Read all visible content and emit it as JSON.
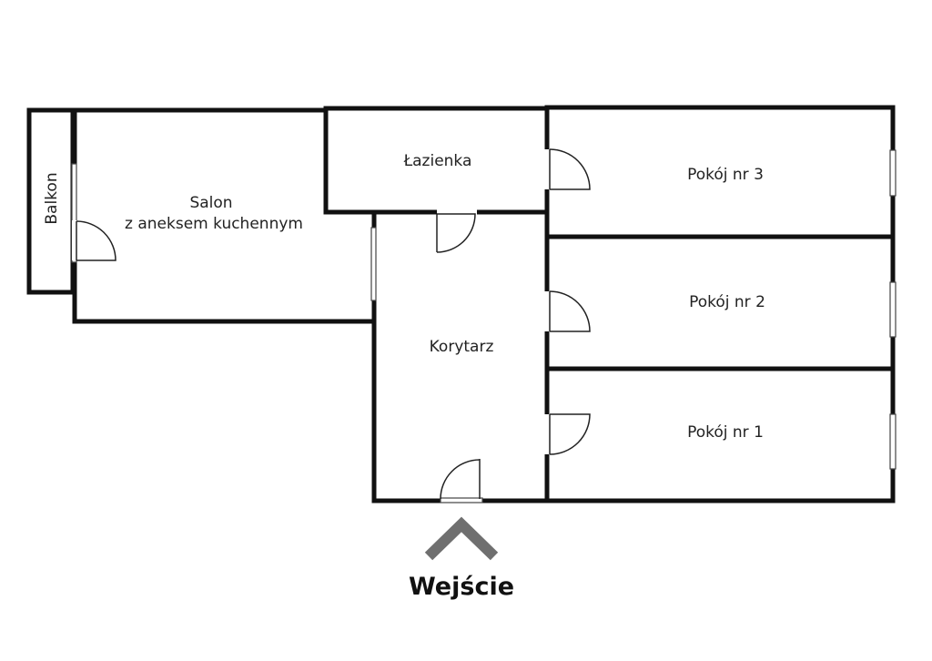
{
  "rooms": {
    "balkon": "Balkon",
    "salon_line1": "Salon",
    "salon_line2": "z aneksem kuchennym",
    "lazienka": "Łazienka",
    "korytarz": "Korytarz",
    "pokoj3": "Pokój nr 3",
    "pokoj2": "Pokój nr 2",
    "pokoj1": "Pokój nr 1"
  },
  "entrance": {
    "label": "Wejście",
    "arrow_icon": "chevron-up-icon",
    "arrow_color": "#6f6f6f"
  },
  "colors": {
    "wall": "#111111",
    "background": "#ffffff"
  }
}
